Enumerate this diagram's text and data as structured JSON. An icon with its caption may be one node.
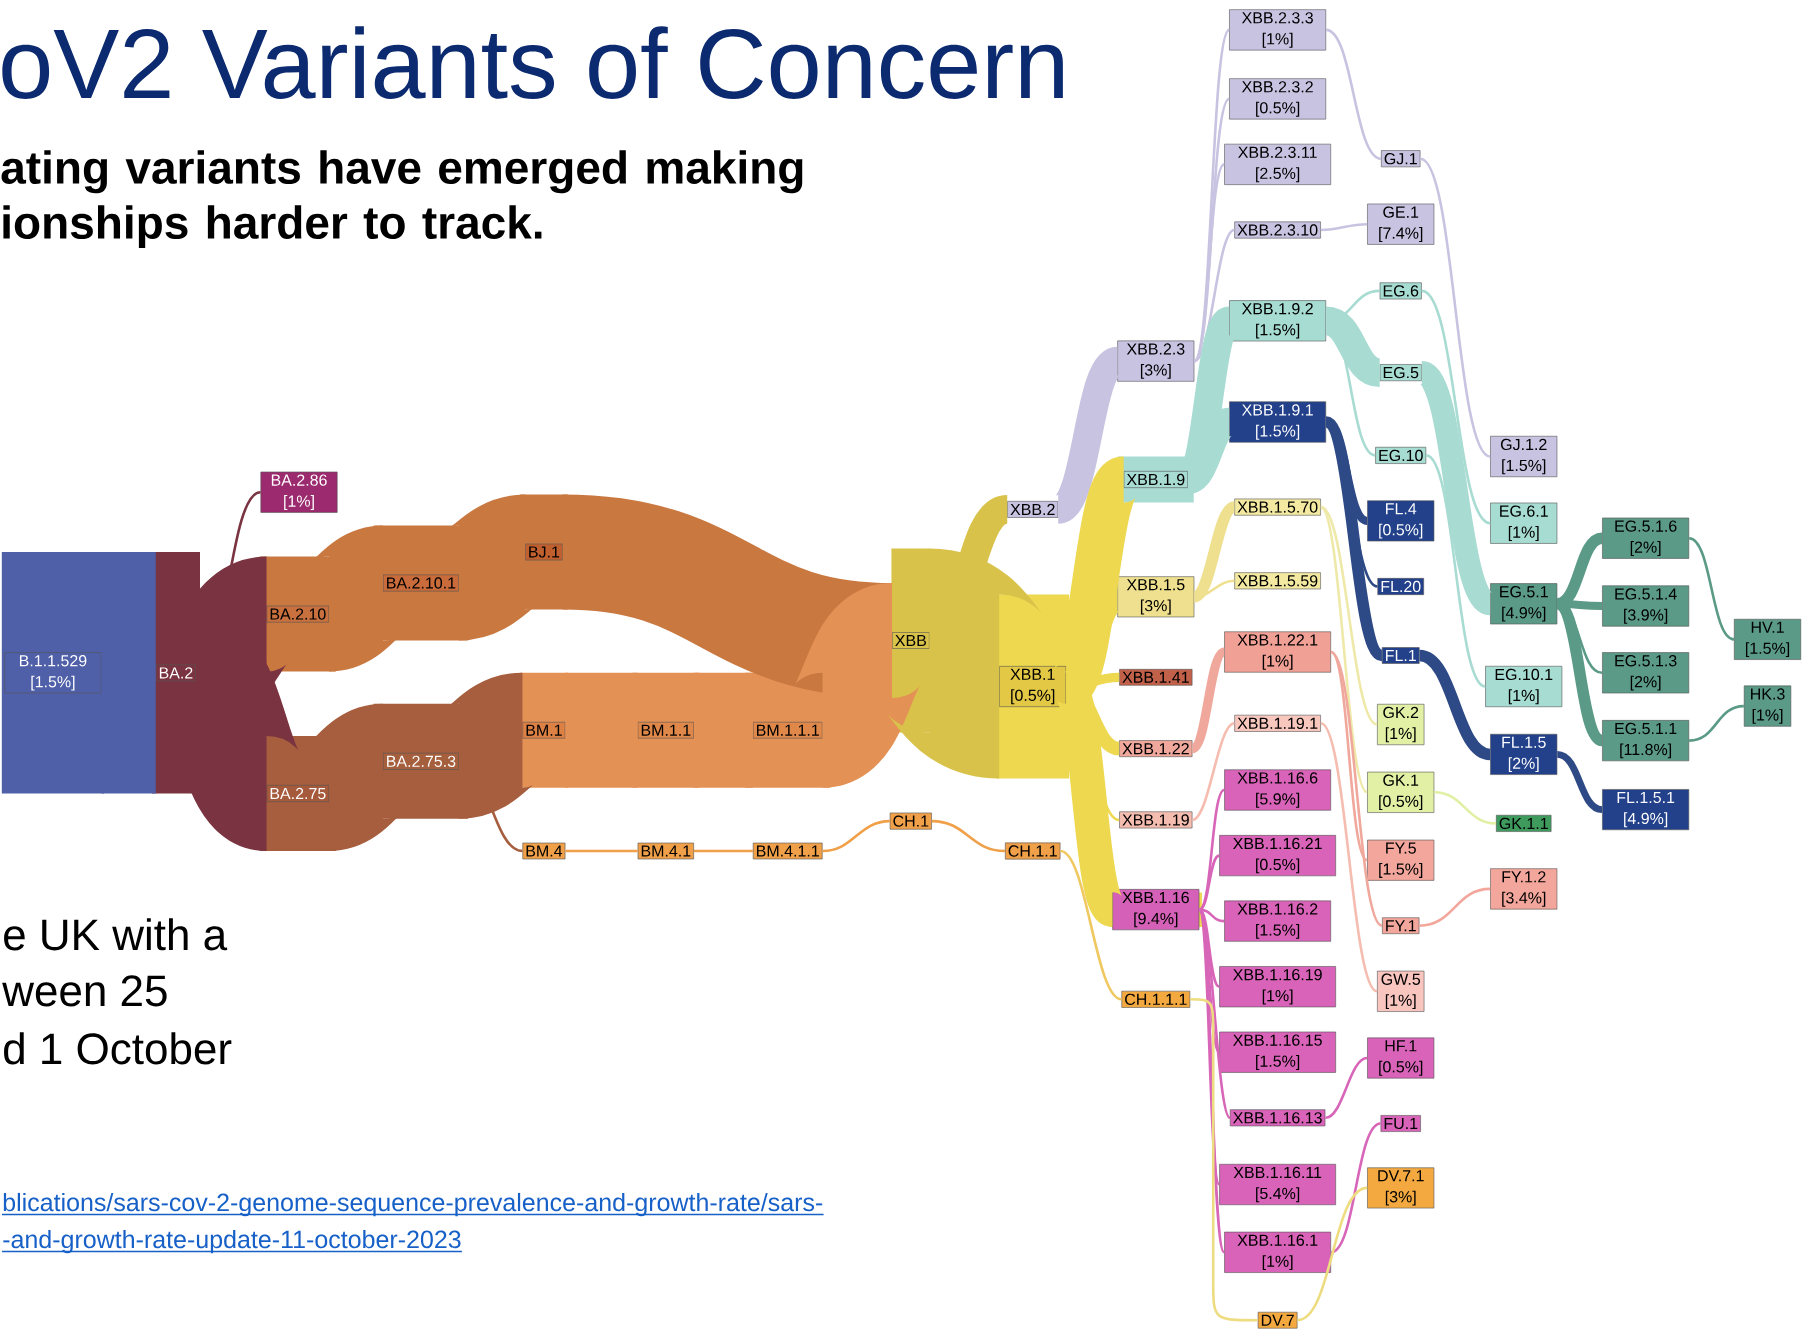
{
  "diagram": {
    "title": "oV2 Variants of Concern",
    "nodes": [
      {
        "text": [
          "B.1.1.529 [1.5%]"
        ]
      },
      {
        "text": [
          "BA.2"
        ]
      },
      {
        "text": [
          "BA.2.86 [1%]"
        ]
      },
      {
        "text": [
          "BA.2.10"
        ]
      },
      {
        "text": [
          "BA.2.75"
        ]
      },
      {
        "text": [
          "BA.2.10.1"
        ]
      },
      {
        "text": [
          "BA.2.75.3"
        ]
      },
      {
        "text": [
          "BJ.1"
        ]
      },
      {
        "text": [
          "BM.1"
        ]
      },
      {
        "text": [
          "BM.4"
        ]
      },
      {
        "text": [
          "BM.1.1"
        ]
      },
      {
        "text": [
          "BM.4.1"
        ]
      },
      {
        "text": [
          "BM.1.1.1"
        ]
      },
      {
        "text": [
          "BM.4.1.1"
        ]
      },
      {
        "text": [
          "XBB"
        ]
      },
      {
        "text": [
          "CH.1"
        ]
      },
      {
        "text": [
          "XBB.2"
        ]
      },
      {
        "text": [
          "XBB.1 [0.5%]"
        ]
      },
      {
        "text": [
          "CH.1.1"
        ]
      },
      {
        "text": [
          "XBB.2.3 [3%]"
        ]
      },
      {
        "text": [
          "XBB.1.9"
        ]
      },
      {
        "text": [
          "XBB.1.5 [3%]"
        ]
      },
      {
        "text": [
          "XBB.1.41"
        ]
      },
      {
        "text": [
          "XBB.1.22"
        ]
      },
      {
        "text": [
          "XBB.1.19"
        ]
      },
      {
        "text": [
          "XBB.1.16 [9.4%]"
        ]
      },
      {
        "text": [
          "CH.1.1.1"
        ]
      },
      {
        "text": [
          "XBB.2.3.3 [1%]"
        ]
      },
      {
        "text": [
          "XBB.2.3.2 [0.5%]"
        ]
      },
      {
        "text": [
          "XBB.2.3.11 [2.5%]"
        ]
      },
      {
        "text": [
          "XBB.2.3.10"
        ]
      },
      {
        "text": [
          "XBB.1.9.2 [1.5%]"
        ]
      },
      {
        "text": [
          "XBB.1.9.1 [1.5%]"
        ]
      },
      {
        "text": [
          "XBB.1.5.70"
        ]
      },
      {
        "text": [
          "XBB.1.5.59"
        ]
      },
      {
        "text": [
          "XBB.1.22.1 [1%]"
        ]
      },
      {
        "text": [
          "XBB.1.19.1"
        ]
      },
      {
        "text": [
          "XBB.1.16.6 [5.9%]"
        ]
      },
      {
        "text": [
          "XBB.1.16.21 [0.5%]"
        ]
      },
      {
        "text": [
          "XBB.1.16.2 [1.5%]"
        ]
      },
      {
        "text": [
          "XBB.1.16.19 [1%]"
        ]
      },
      {
        "text": [
          "XBB.1.16.15 [1.5%]"
        ]
      },
      {
        "text": [
          "XBB.1.16.13"
        ]
      },
      {
        "text": [
          "XBB.1.16.11 [5.4%]"
        ]
      },
      {
        "text": [
          "XBB.1.16.1 [1%]"
        ]
      },
      {
        "text": [
          "DV.7"
        ]
      },
      {
        "text": [
          "GJ.1"
        ]
      },
      {
        "text": [
          "GE.1 [7.4%]"
        ]
      },
      {
        "text": [
          "EG.6"
        ]
      },
      {
        "text": [
          "EG.5"
        ]
      },
      {
        "text": [
          "EG.10"
        ]
      },
      {
        "text": [
          "FL.4 [0.5%]"
        ]
      },
      {
        "text": [
          "FL.20"
        ]
      },
      {
        "text": [
          "FL.1"
        ]
      },
      {
        "text": [
          "GK.2 [1%]"
        ]
      },
      {
        "text": [
          "GK.1 [0.5%]"
        ]
      },
      {
        "text": [
          "FY.5 [1.5%]"
        ]
      },
      {
        "text": [
          "FY.1"
        ]
      },
      {
        "text": [
          "GW.5 [1%]"
        ]
      },
      {
        "text": [
          "HF.1 [0.5%]"
        ]
      },
      {
        "text": [
          "FU.1"
        ]
      },
      {
        "text": [
          "DV.7.1 [3%]"
        ]
      },
      {
        "text": [
          "GJ.1.2 [1.5%]"
        ]
      },
      {
        "text": [
          "EG.6.1 [1%]"
        ]
      },
      {
        "text": [
          "EG.5.1 [4.9%]"
        ]
      },
      {
        "text": [
          "EG.10.1 [1%]"
        ]
      },
      {
        "text": [
          "FL.1.5 [2%]"
        ]
      },
      {
        "text": [
          "GK.1.1"
        ]
      },
      {
        "text": [
          "FY.1.2 [3.4%]"
        ]
      },
      {
        "text": [
          "EG.5.1.6 [2%]"
        ]
      },
      {
        "text": [
          "EG.5.1.4 [3.9%]"
        ]
      },
      {
        "text": [
          "EG.5.1.3 [2%]"
        ]
      },
      {
        "text": [
          "EG.5.1.1 [11.8%]"
        ]
      },
      {
        "text": [
          "FL.1.5.1 [4.9%]"
        ]
      },
      {
        "text": [
          "HV.1 [1.5%]"
        ]
      },
      {
        "text": [
          "HK.3 [1%]"
        ]
      }
    ],
    "edges": [
      {
        "from": 0,
        "to": 1,
        "arrow": "none",
        "style": "thick",
        "color": "#5060a8"
      },
      {
        "from": 1,
        "to": 2,
        "arrow": "none",
        "color": "#7a3340"
      },
      {
        "from": 1,
        "to": 3,
        "arrow": "none",
        "style": "thick",
        "color": "#7a3340"
      },
      {
        "from": 1,
        "to": 4,
        "arrow": "none",
        "style": "thick",
        "color": "#7a3340"
      },
      {
        "from": 3,
        "to": 5,
        "arrow": "none",
        "style": "thick",
        "color": "#c97840"
      },
      {
        "from": 5,
        "to": 7,
        "arrow": "none",
        "style": "thick",
        "color": "#c97840"
      },
      {
        "from": 4,
        "to": 6,
        "arrow": "none",
        "style": "thick",
        "color": "#a65e3e"
      },
      {
        "from": 6,
        "to": 8,
        "arrow": "none",
        "style": "thick",
        "color": "#a65e3e"
      },
      {
        "from": 6,
        "to": 9,
        "arrow": "none",
        "color": "#a65e3e"
      },
      {
        "from": 8,
        "to": 10,
        "arrow": "none",
        "style": "thick",
        "color": "#e49155"
      },
      {
        "from": 10,
        "to": 12,
        "arrow": "none",
        "style": "thick",
        "color": "#e49155"
      },
      {
        "from": 9,
        "to": 11,
        "arrow": "none",
        "color": "#f0a048"
      },
      {
        "from": 11,
        "to": 13,
        "arrow": "none",
        "color": "#f0a048"
      },
      {
        "from": 13,
        "to": 15,
        "arrow": "none",
        "color": "#f0a048"
      },
      {
        "from": 15,
        "to": 18,
        "arrow": "none",
        "color": "#f0a048"
      },
      {
        "from": 7,
        "to": 14,
        "arrow": "none",
        "style": "thick",
        "color": "#c97840"
      },
      {
        "from": 12,
        "to": 14,
        "arrow": "none",
        "style": "thick",
        "color": "#e49155"
      },
      {
        "from": 14,
        "to": 16,
        "arrow": "none",
        "style": "thick",
        "color": "#d9c24a"
      },
      {
        "from": 14,
        "to": 17,
        "arrow": "none",
        "style": "thick",
        "color": "#d9c24a"
      },
      {
        "from": 16,
        "to": 19,
        "arrow": "none",
        "style": "thick",
        "color": "#c8c3e0"
      },
      {
        "from": 19,
        "to": 27,
        "arrow": "none",
        "color": "#c8c3e0"
      },
      {
        "from": 19,
        "to": 28,
        "arrow": "none",
        "color": "#c8c3e0"
      },
      {
        "from": 19,
        "to": 29,
        "arrow": "none",
        "color": "#c8c3e0"
      },
      {
        "from": 19,
        "to": 30,
        "arrow": "none",
        "color": "#c8c3e0"
      },
      {
        "from": 27,
        "to": 46,
        "arrow": "none",
        "color": "#c8c3e0"
      },
      {
        "from": 30,
        "to": 47,
        "arrow": "none",
        "color": "#c8c3e0"
      },
      {
        "from": 46,
        "to": 62,
        "arrow": "none",
        "color": "#c8c3e0"
      },
      {
        "from": 17,
        "to": 20,
        "arrow": "none",
        "style": "thick",
        "color": "#eed84f"
      },
      {
        "from": 20,
        "to": 31,
        "arrow": "none",
        "style": "thick",
        "color": "#a8dbd2"
      },
      {
        "from": 20,
        "to": 32,
        "arrow": "none",
        "style": "thick",
        "color": "#a8dbd2"
      },
      {
        "from": 31,
        "to": 48,
        "arrow": "none",
        "color": "#a8dbd2"
      },
      {
        "from": 31,
        "to": 49,
        "arrow": "none",
        "style": "thick",
        "color": "#a8dbd2"
      },
      {
        "from": 31,
        "to": 50,
        "arrow": "none",
        "color": "#a8dbd2"
      },
      {
        "from": 48,
        "to": 63,
        "arrow": "none",
        "color": "#a8dbd2"
      },
      {
        "from": 49,
        "to": 64,
        "arrow": "none",
        "style": "thick",
        "color": "#a8dbd2"
      },
      {
        "from": 50,
        "to": 65,
        "arrow": "none",
        "color": "#a8dbd2"
      },
      {
        "from": 64,
        "to": 69,
        "arrow": "none",
        "style": "thick",
        "color": "#5a9a86"
      },
      {
        "from": 64,
        "to": 70,
        "arrow": "none",
        "style": "thick",
        "color": "#5a9a86"
      },
      {
        "from": 64,
        "to": 71,
        "arrow": "none",
        "color": "#5a9a86"
      },
      {
        "from": 64,
        "to": 72,
        "arrow": "none",
        "style": "thick",
        "color": "#5a9a86"
      },
      {
        "from": 69,
        "to": 74,
        "arrow": "none",
        "color": "#5a9a86"
      },
      {
        "from": 72,
        "to": 75,
        "arrow": "none",
        "color": "#5a9a86"
      },
      {
        "from": 32,
        "to": 51,
        "arrow": "none",
        "style": "thick",
        "color": "#2e4a86"
      },
      {
        "from": 32,
        "to": 52,
        "arrow": "none",
        "color": "#2e4a86"
      },
      {
        "from": 32,
        "to": 53,
        "arrow": "none",
        "style": "thick",
        "color": "#2e4a86"
      },
      {
        "from": 53,
        "to": 66,
        "arrow": "none",
        "style": "thick",
        "color": "#2e4a86"
      },
      {
        "from": 66,
        "to": 73,
        "arrow": "none",
        "style": "thick",
        "color": "#2e4a86"
      },
      {
        "from": 17,
        "to": 21,
        "arrow": "none",
        "style": "thick",
        "color": "#eed84f"
      },
      {
        "from": 21,
        "to": 33,
        "arrow": "none",
        "style": "thick",
        "color": "#eee08e"
      },
      {
        "from": 21,
        "to": 34,
        "arrow": "none",
        "color": "#eee08e"
      },
      {
        "from": 33,
        "to": 54,
        "arrow": "none",
        "color": "#eee9a8"
      },
      {
        "from": 33,
        "to": 55,
        "arrow": "none",
        "color": "#eee9a8"
      },
      {
        "from": 55,
        "to": 67,
        "arrow": "none",
        "color": "#e1f0a4"
      },
      {
        "from": 17,
        "to": 22,
        "arrow": "none",
        "style": "thick",
        "color": "#eed84f"
      },
      {
        "from": 17,
        "to": 23,
        "arrow": "none",
        "style": "thick",
        "color": "#eed84f"
      },
      {
        "from": 23,
        "to": 35,
        "arrow": "none",
        "style": "thick",
        "color": "#f0a89c"
      },
      {
        "from": 35,
        "to": 56,
        "arrow": "none",
        "color": "#f0a89c"
      },
      {
        "from": 35,
        "to": 57,
        "arrow": "none",
        "color": "#f0a89c"
      },
      {
        "from": 57,
        "to": 68,
        "arrow": "none",
        "color": "#f3a69b"
      },
      {
        "from": 17,
        "to": 24,
        "arrow": "none",
        "color": "#eed84f"
      },
      {
        "from": 24,
        "to": 36,
        "arrow": "none",
        "color": "#f5bcb0"
      },
      {
        "from": 36,
        "to": 58,
        "arrow": "none",
        "color": "#f5bcb0"
      },
      {
        "from": 17,
        "to": 25,
        "arrow": "none",
        "style": "thick",
        "color": "#eed84f"
      },
      {
        "from": 25,
        "to": 37,
        "arrow": "none",
        "color": "#d866b8"
      },
      {
        "from": 25,
        "to": 38,
        "arrow": "none",
        "color": "#d866b8"
      },
      {
        "from": 25,
        "to": 39,
        "arrow": "none",
        "color": "#d866b8"
      },
      {
        "from": 25,
        "to": 40,
        "arrow": "none",
        "color": "#d866b8"
      },
      {
        "from": 25,
        "to": 41,
        "arrow": "none",
        "color": "#d866b8"
      },
      {
        "from": 25,
        "to": 42,
        "arrow": "none",
        "color": "#d866b8"
      },
      {
        "from": 25,
        "to": 43,
        "arrow": "none",
        "color": "#d866b8"
      },
      {
        "from": 25,
        "to": 44,
        "arrow": "none",
        "color": "#d866b8"
      },
      {
        "from": 42,
        "to": 59,
        "arrow": "none",
        "color": "#d866b8"
      },
      {
        "from": 44,
        "to": 60,
        "arrow": "none",
        "color": "#d866b8"
      },
      {
        "from": 18,
        "to": 26,
        "arrow": "none",
        "color": "#f0c860"
      },
      {
        "from": 26,
        "to": 45,
        "arrow": "none",
        "color": "#eedc80"
      },
      {
        "from": 45,
        "to": 61,
        "arrow": "none",
        "color": "#eedc80"
      }
    ],
    "labels": [
      "ating variants have emerged making ionships harder to track.",
      "e UK with a",
      "ween 25",
      "d 1 October",
      "blications/sars-cov-2-genome-sequence-prevalence-and-growth-rate/sars-",
      "-and-growth-rate-update-11-october-2023"
    ]
  }
}
